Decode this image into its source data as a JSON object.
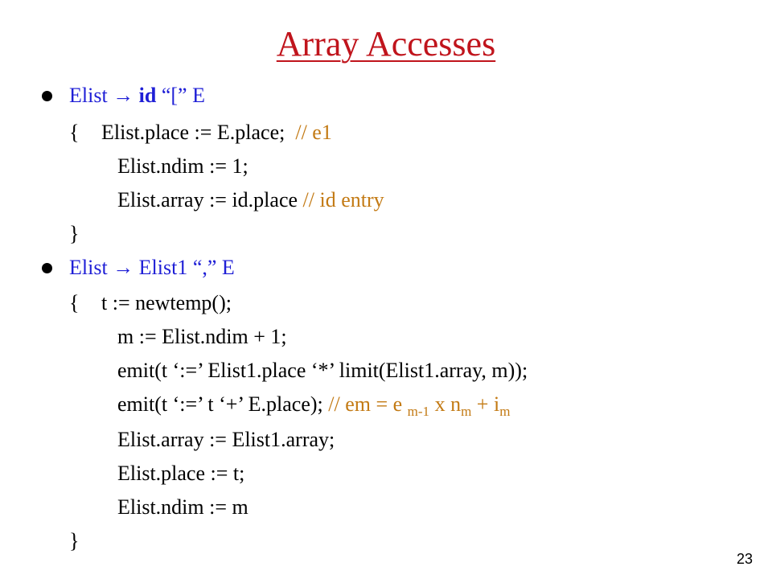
{
  "slide": {
    "title": "Array Accesses",
    "page_number": "23",
    "colors": {
      "title": "#c0141c",
      "production": "#1f1fd6",
      "comment": "#c37a14",
      "text": "#000000"
    }
  },
  "rule1": {
    "lhs": "Elist",
    "arrow": "→",
    "id": "id",
    "rest": "“[” E",
    "open_brace": "{",
    "line1_code": "Elist.place := E.place;",
    "line1_comment": "// e1",
    "line2_code": "Elist.ndim := 1;",
    "line3_code": "Elist.array := id.place",
    "line3_comment": "// id entry",
    "close_brace": "}"
  },
  "rule2": {
    "lhs": "Elist",
    "arrow": "→",
    "rest": "Elist1 “,” E",
    "open_brace": "{",
    "line1": "t := newtemp();",
    "line2": "m := Elist.ndim + 1;",
    "line3": "emit(t ‘:=’ Elist1.place ‘*’ limit(Elist1.array, m));",
    "line4_code": "emit(t ‘:=’ t ‘+’ E.place);",
    "line4_comment_a": "// em = e",
    "line4_sub1": "m-1",
    "line4_comment_b": "x n",
    "line4_sub2": "m",
    "line4_comment_c": "+ i",
    "line4_sub3": "m",
    "line5": "Elist.array := Elist1.array;",
    "line6": "Elist.place := t;",
    "line7": "Elist.ndim := m",
    "close_brace": "}"
  }
}
